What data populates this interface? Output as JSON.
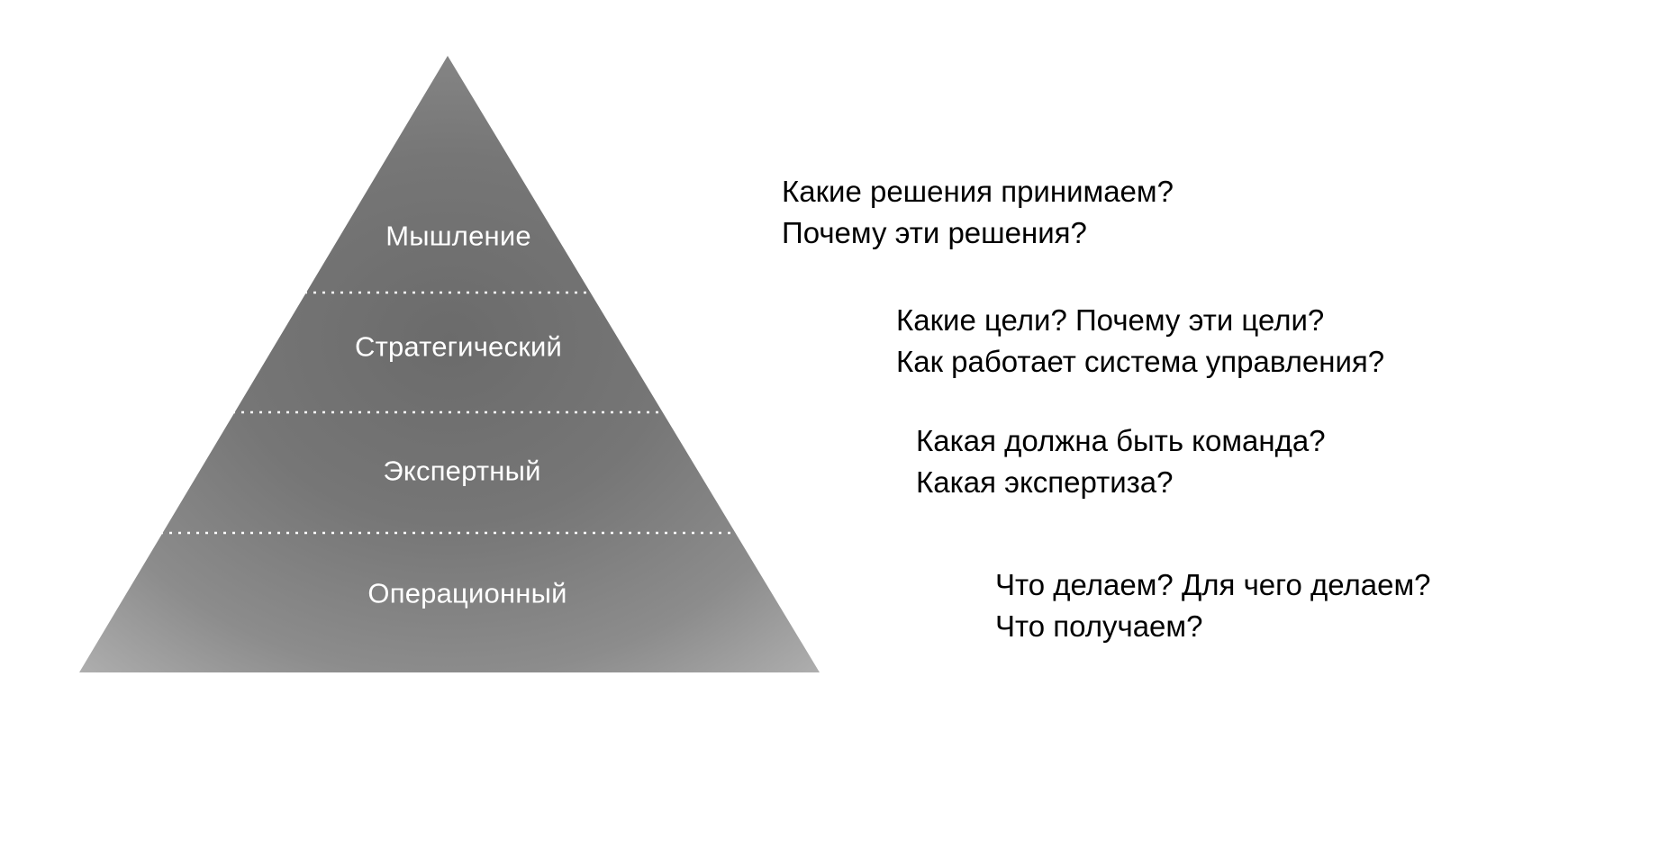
{
  "figure": {
    "type": "pyramid-diagram",
    "background_color": "#ffffff",
    "text_color": "#000000",
    "label_color": "#ffffff",
    "pyramid_fill_light": "#b3b3b3",
    "pyramid_fill_dark": "#6e6e6e",
    "divider_color": "#ffffff"
  },
  "pyramid": {
    "levels": [
      {
        "label": "Мышление"
      },
      {
        "label": "Стратегический"
      },
      {
        "label": "Экспертный"
      },
      {
        "label": "Операционный"
      }
    ]
  },
  "questions": [
    {
      "for_level": "Мышление",
      "line1": "Какие решения принимаем?",
      "line2": "Почему эти решения?"
    },
    {
      "for_level": "Стратегический",
      "line1": "Какие цели? Почему эти цели?",
      "line2": "Как работает система управления?"
    },
    {
      "for_level": "Экспертный",
      "line1": "Какая должна быть команда?",
      "line2": "Какая экспертиза?"
    },
    {
      "for_level": "Операционный",
      "line1": "Что делаем? Для чего делаем?",
      "line2": "Что получаем?"
    }
  ]
}
